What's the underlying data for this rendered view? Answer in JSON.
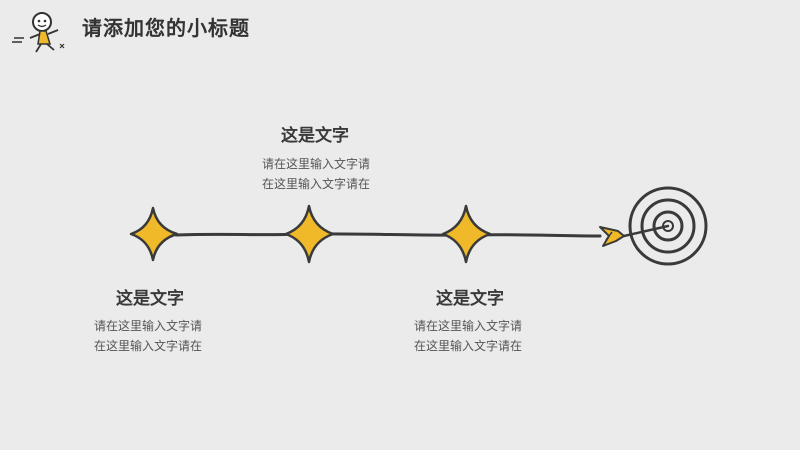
{
  "header": {
    "title": "请添加您的小标题"
  },
  "milestones": [
    {
      "heading": "这是文字",
      "line1": "请在这里输入文字请",
      "line2": "在这里输入文字请在"
    },
    {
      "heading": "这是文字",
      "line1": "请在这里输入文字请",
      "line2": "在这里输入文字请在"
    },
    {
      "heading": "这是文字",
      "line1": "请在这里输入文字请",
      "line2": "在这里输入文字请在"
    }
  ],
  "colors": {
    "background": "#ebebeb",
    "accent": "#f0b929",
    "stroke": "#3a3a3a"
  },
  "icons": [
    "stick-figure-icon",
    "diamond-marker-icon",
    "target-icon",
    "arrow-icon"
  ]
}
